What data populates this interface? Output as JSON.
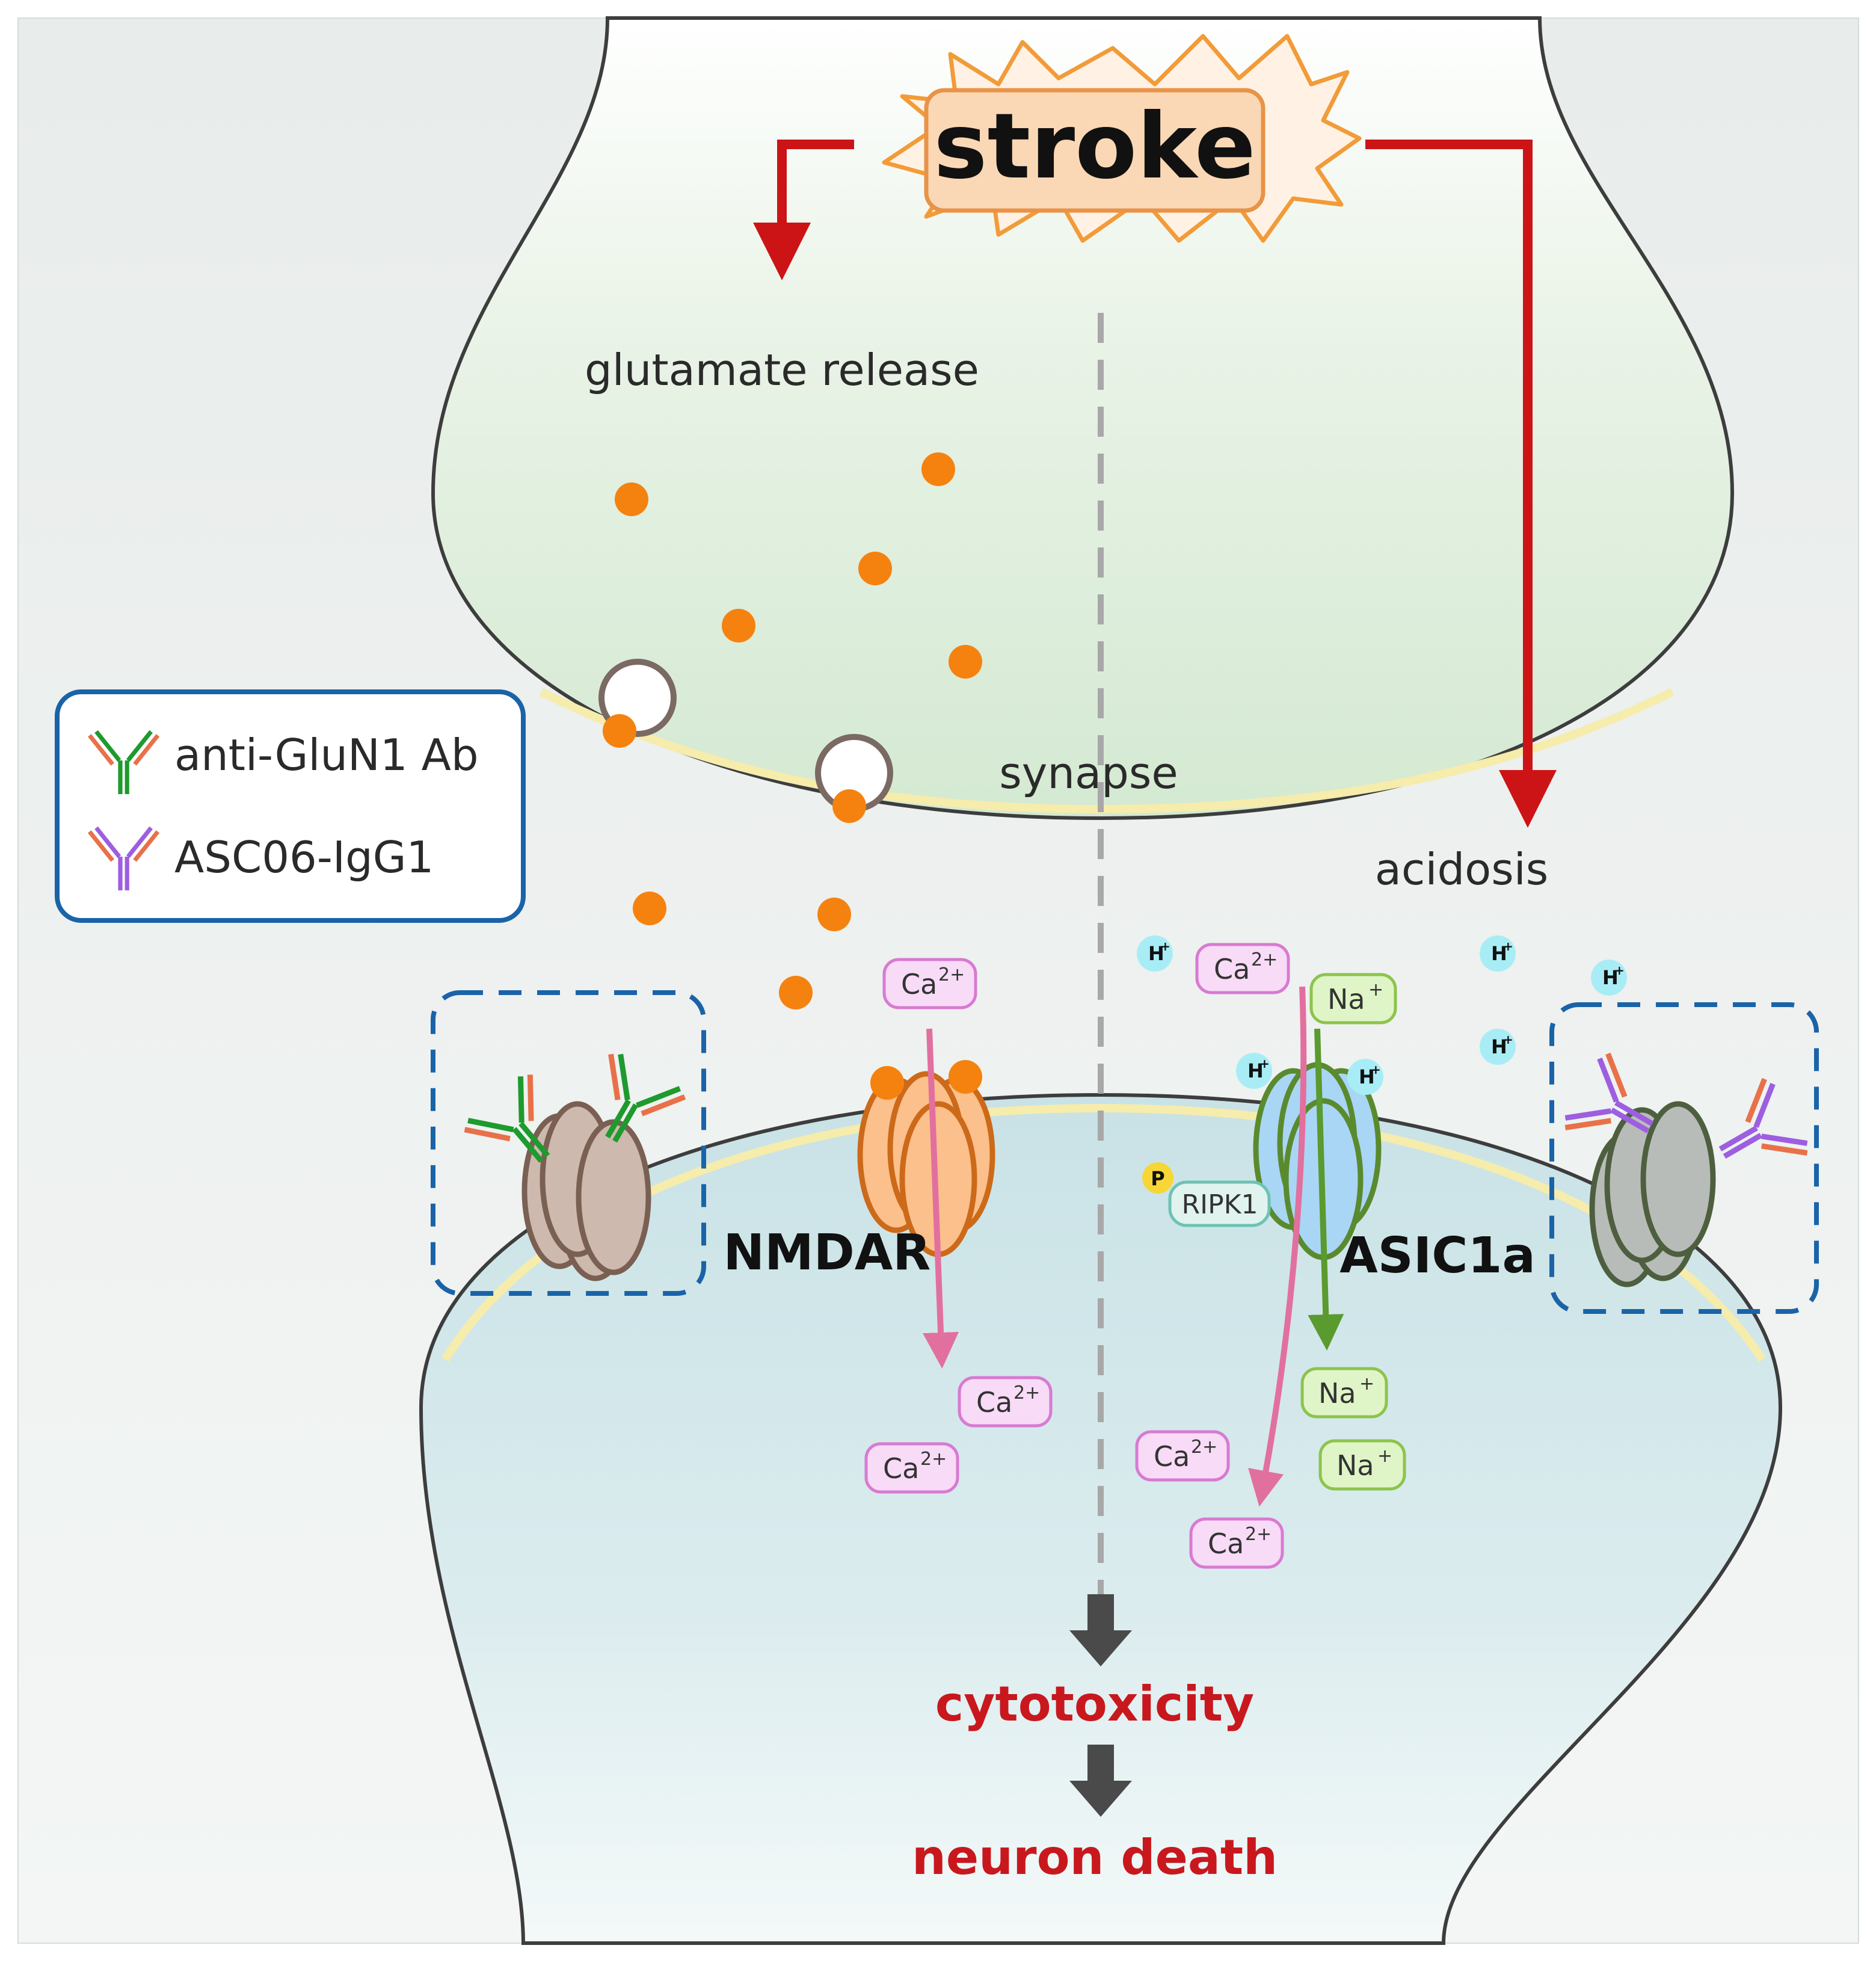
{
  "trigger": {
    "label": "stroke"
  },
  "left_pathway": {
    "label": "glutamate release"
  },
  "right_pathway": {
    "label": "acidosis"
  },
  "synapse": {
    "label": "synapse"
  },
  "receptors": {
    "nmdar": "NMDAR",
    "asic1a": "ASIC1a",
    "ripk1": "RIPK1",
    "phospho": "P"
  },
  "ions": {
    "ca": "Ca",
    "ca_charge": "2+",
    "na": "Na",
    "na_charge": "+",
    "h": "H",
    "h_charge": "+"
  },
  "outcomes": {
    "cytotoxicity": "cytotoxicity",
    "neuron_death": "neuron death"
  },
  "legend": {
    "items": [
      {
        "label": "anti-GluN1 Ab",
        "color": "#1e9a2e"
      },
      {
        "label": "ASC06-IgG1",
        "color": "#9d5ee0"
      }
    ],
    "accent": "#e8714a",
    "border_color": "#1a63a8"
  },
  "colors": {
    "pre_fill": "#d8ebd6",
    "post_fill": "#cfe5ea",
    "membrane": "#f6ecac",
    "glutamate": "#f5820f",
    "red_arrow": "#cc1416",
    "ca_arrow": "#e2709f",
    "na_arrow": "#5a9a2e",
    "nmdar": "#fbc08b",
    "asic1a": "#a9d6f5"
  }
}
